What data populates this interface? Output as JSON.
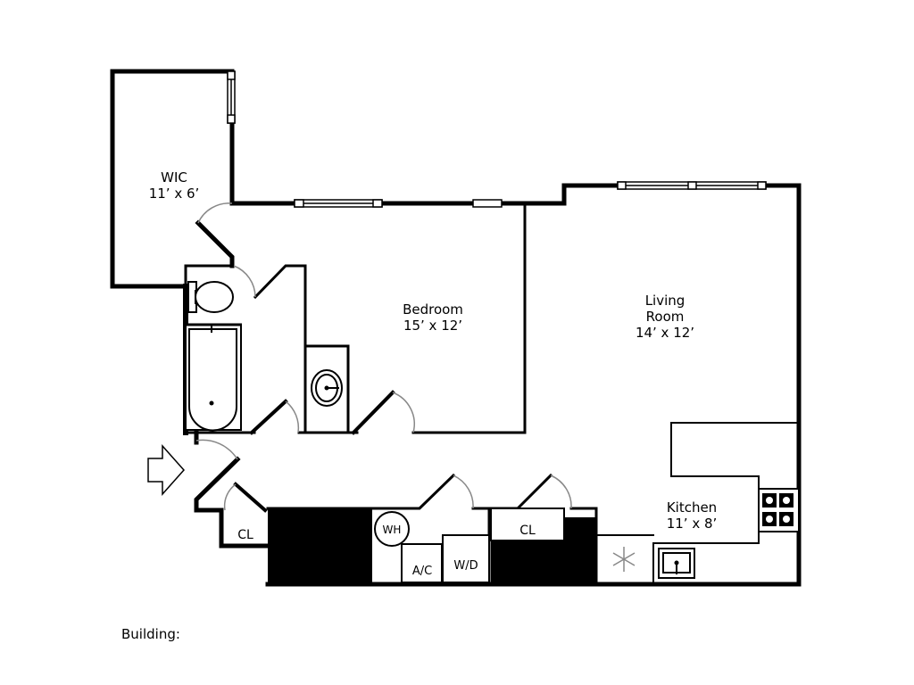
{
  "floorplan": {
    "rooms": [
      {
        "name": "WIC",
        "size": "11’ x 6’"
      },
      {
        "name": "Bedroom",
        "size": "15’ x 12’"
      },
      {
        "name_line1": "Living",
        "name_line2": "Room",
        "size": "14’ x 12’"
      },
      {
        "name": "Kitchen",
        "size": "11’ x 8’"
      }
    ],
    "closets": [
      "CL",
      "CL"
    ],
    "fixtures": {
      "water_heater": "WH",
      "air_conditioner": "A/C",
      "washer_dryer": "W/D"
    },
    "icons": [
      "entry-arrow-icon",
      "stove-icon",
      "refrigerator-snowflake-icon",
      "sink-icon",
      "toilet-icon",
      "bathtub-icon",
      "vanity-sink-icon"
    ],
    "colors": {
      "wall": "#000000",
      "door_swing": "#888888",
      "background": "#ffffff"
    }
  },
  "footer": {
    "building_label": "Building:"
  }
}
